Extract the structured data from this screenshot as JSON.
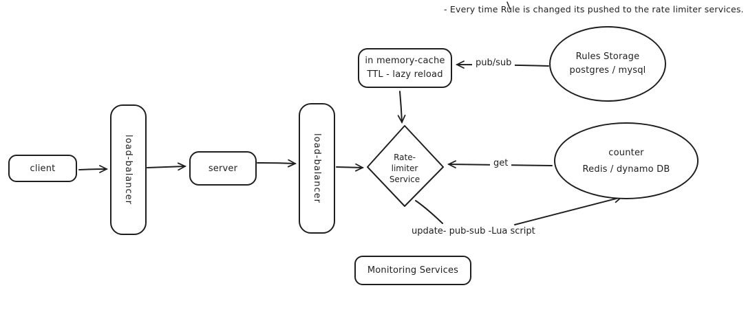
{
  "colors": {
    "stroke": "#1e1e1e",
    "background": "#ffffff"
  },
  "annotation": "- Every time Rule is changed its pushed to the rate limiter services.",
  "nodes": {
    "client": {
      "label": "client"
    },
    "load_balancer_1": {
      "label": "load-balancer"
    },
    "server": {
      "label": "server"
    },
    "load_balancer_2": {
      "label": "load-balancer"
    },
    "memory_cache": {
      "lines": [
        "in memory-cache",
        "TTL - lazy reload"
      ]
    },
    "rules_storage": {
      "lines": [
        "Rules Storage",
        "postgres / mysql"
      ]
    },
    "rate_limiter": {
      "lines": [
        "Rate-",
        "limiter",
        "Service"
      ]
    },
    "counter": {
      "lines": [
        "counter",
        "Redis / dynamo DB"
      ]
    },
    "monitoring": {
      "label": "Monitoring Services"
    }
  },
  "edges": {
    "pub_sub_label": "pub/sub",
    "get_label": "get",
    "update_label": "update- pub-sub -Lua script"
  }
}
